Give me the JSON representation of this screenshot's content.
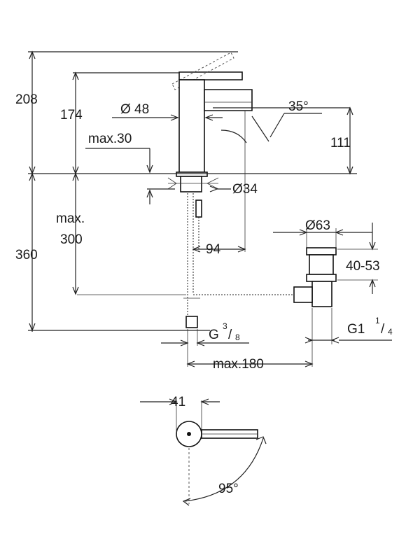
{
  "labels": {
    "total_height": "208",
    "spout_height": "174",
    "body_diameter": "Ø 48",
    "lever_angle": "35°",
    "spout_clearance": "111",
    "max_deck": "max.30",
    "mount_hole": "Ø34",
    "max_line": "max.",
    "max_value": "300",
    "reach": "94",
    "waste_diameter": "Ø63",
    "waste_range": "40-53",
    "height_below": "360",
    "connection_g": "G",
    "connection_num": "3",
    "connection_den": "8",
    "waste_thread": "G1",
    "waste_thread_num": "1",
    "waste_thread_den": "4",
    "max_spread": "max.180",
    "lever_width": "41",
    "lever_rotation": "95°"
  }
}
